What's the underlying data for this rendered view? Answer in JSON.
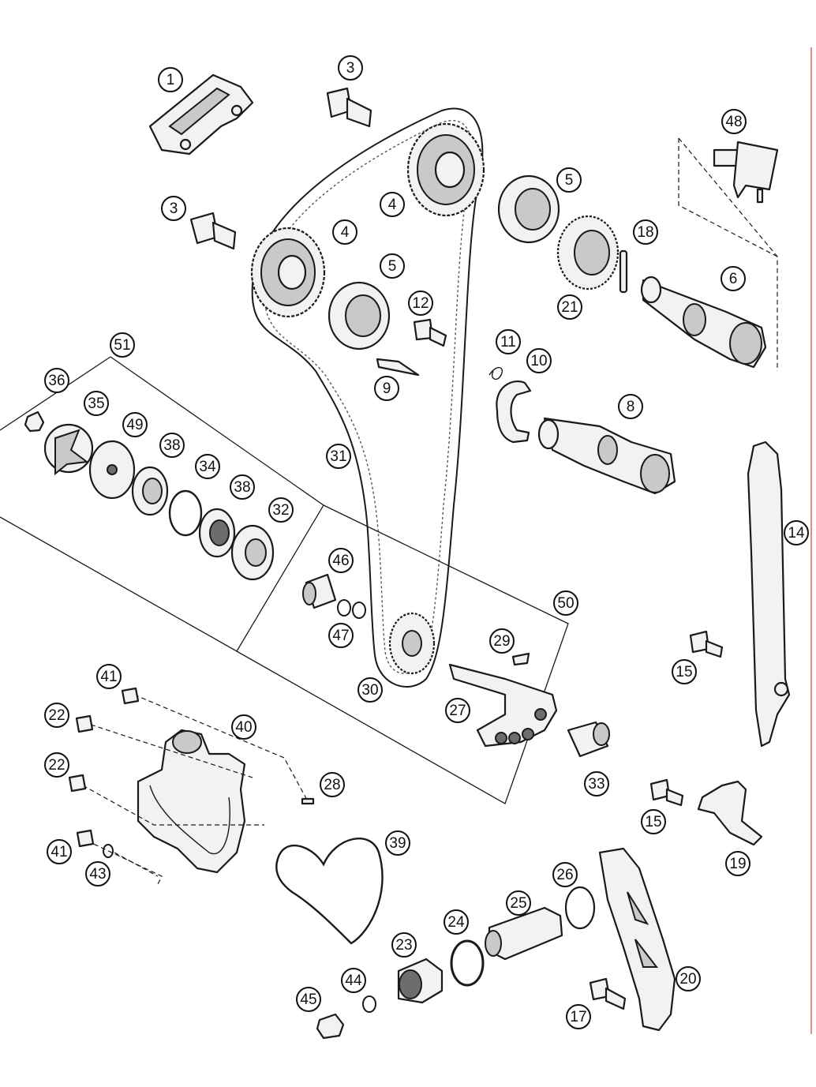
{
  "callouts": [
    {
      "id": "c1",
      "label": "1"
    },
    {
      "id": "c3a",
      "label": "3"
    },
    {
      "id": "c3b",
      "label": "3"
    },
    {
      "id": "c4a",
      "label": "4"
    },
    {
      "id": "c4b",
      "label": "4"
    },
    {
      "id": "c5a",
      "label": "5"
    },
    {
      "id": "c5b",
      "label": "5"
    },
    {
      "id": "c6",
      "label": "6"
    },
    {
      "id": "c8",
      "label": "8"
    },
    {
      "id": "c9",
      "label": "9"
    },
    {
      "id": "c10",
      "label": "10"
    },
    {
      "id": "c11",
      "label": "11"
    },
    {
      "id": "c12",
      "label": "12"
    },
    {
      "id": "c14",
      "label": "14"
    },
    {
      "id": "c15a",
      "label": "15"
    },
    {
      "id": "c15b",
      "label": "15"
    },
    {
      "id": "c17",
      "label": "17"
    },
    {
      "id": "c18",
      "label": "18"
    },
    {
      "id": "c19",
      "label": "19"
    },
    {
      "id": "c20",
      "label": "20"
    },
    {
      "id": "c21",
      "label": "21"
    },
    {
      "id": "c22a",
      "label": "22"
    },
    {
      "id": "c22b",
      "label": "22"
    },
    {
      "id": "c23",
      "label": "23"
    },
    {
      "id": "c24",
      "label": "24"
    },
    {
      "id": "c25",
      "label": "25"
    },
    {
      "id": "c26",
      "label": "26"
    },
    {
      "id": "c27",
      "label": "27"
    },
    {
      "id": "c28",
      "label": "28"
    },
    {
      "id": "c29",
      "label": "29"
    },
    {
      "id": "c30",
      "label": "30"
    },
    {
      "id": "c31",
      "label": "31"
    },
    {
      "id": "c32",
      "label": "32"
    },
    {
      "id": "c33",
      "label": "33"
    },
    {
      "id": "c34",
      "label": "34"
    },
    {
      "id": "c35",
      "label": "35"
    },
    {
      "id": "c36",
      "label": "36"
    },
    {
      "id": "c38a",
      "label": "38"
    },
    {
      "id": "c38b",
      "label": "38"
    },
    {
      "id": "c39",
      "label": "39"
    },
    {
      "id": "c40",
      "label": "40"
    },
    {
      "id": "c41a",
      "label": "41"
    },
    {
      "id": "c41b",
      "label": "41"
    },
    {
      "id": "c43",
      "label": "43"
    },
    {
      "id": "c44",
      "label": "44"
    },
    {
      "id": "c45",
      "label": "45"
    },
    {
      "id": "c46",
      "label": "46"
    },
    {
      "id": "c47",
      "label": "47"
    },
    {
      "id": "c48",
      "label": "48"
    },
    {
      "id": "c49",
      "label": "49"
    },
    {
      "id": "c50",
      "label": "50"
    },
    {
      "id": "c51",
      "label": "51"
    }
  ]
}
